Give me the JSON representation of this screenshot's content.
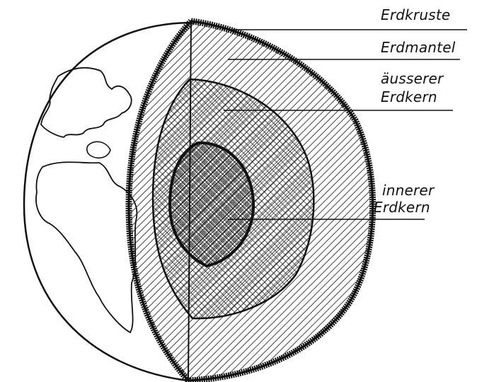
{
  "colors": {
    "ink": "#111111",
    "paper": "#ffffff"
  },
  "labels": {
    "crust": "Erdkruste",
    "mantle": "Erdmantel",
    "outer_core_line1": "äusserer",
    "outer_core_line2": "Erdkern",
    "inner_core_line1": "innerer",
    "inner_core_line2": "Erdkern"
  }
}
